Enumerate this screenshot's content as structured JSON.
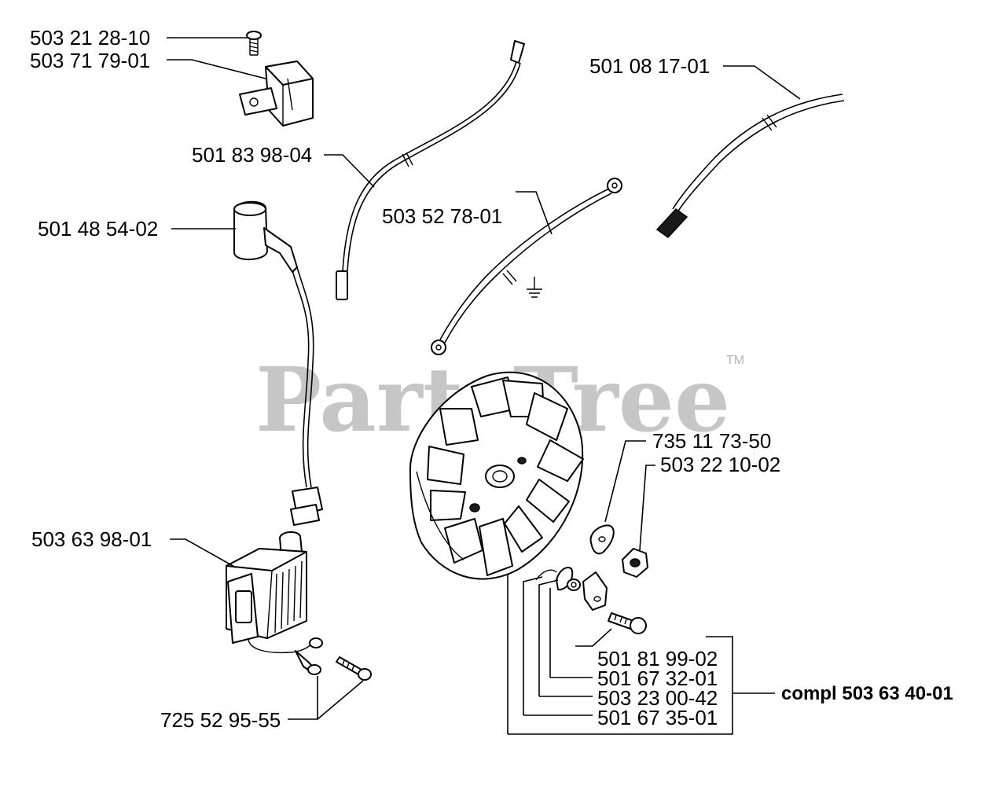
{
  "watermark": {
    "text": "PartsTree",
    "trademark": "TM"
  },
  "parts": [
    {
      "id": "p1",
      "number": "503 21 28-10"
    },
    {
      "id": "p2",
      "number": "503 71 79-01"
    },
    {
      "id": "p3",
      "number": "501 08 17-01"
    },
    {
      "id": "p4",
      "number": "501 83 98-04"
    },
    {
      "id": "p5",
      "number": "501 48 54-02"
    },
    {
      "id": "p6",
      "number": "503 52 78-01"
    },
    {
      "id": "p7",
      "number": "735 11 73-50"
    },
    {
      "id": "p8",
      "number": "503 22 10-02"
    },
    {
      "id": "p9",
      "number": "503 63 98-01"
    },
    {
      "id": "p10",
      "number": "501 81 99-02"
    },
    {
      "id": "p11",
      "number": "501 67 32-01"
    },
    {
      "id": "p12",
      "number": "503 23 00-42"
    },
    {
      "id": "p13",
      "number": "501 67 35-01"
    },
    {
      "id": "p14",
      "number": "725 52 95-55"
    }
  ],
  "assembly": {
    "label": "compl 503 63 40-01"
  }
}
